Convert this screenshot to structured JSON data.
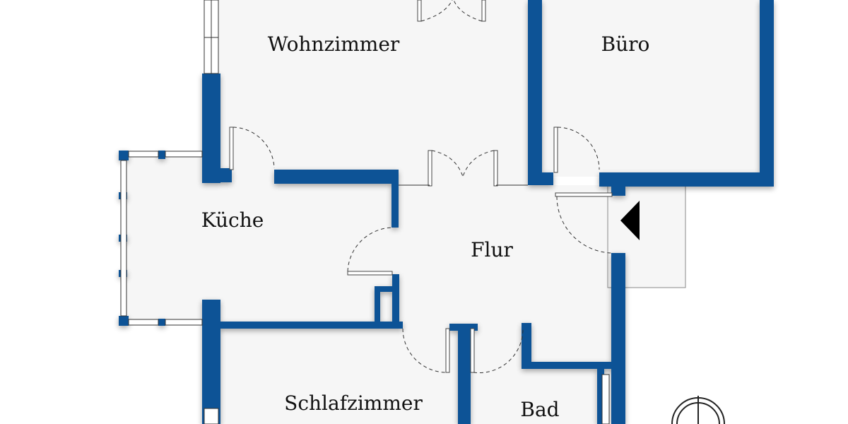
{
  "floor_plan": {
    "rooms": [
      {
        "id": "wohnzimmer",
        "label": "Wohnzimmer"
      },
      {
        "id": "buero",
        "label": "Büro"
      },
      {
        "id": "kueche",
        "label": "Küche"
      },
      {
        "id": "flur",
        "label": "Flur"
      },
      {
        "id": "schlafzimmer",
        "label": "Schlafzimmer"
      },
      {
        "id": "bad",
        "label": "Bad"
      }
    ],
    "colors": {
      "wall": "#0f5296",
      "floor": "#f6f6f6",
      "background": "#ffffff",
      "text": "#111111"
    },
    "symbols": [
      "entrance-arrow-icon",
      "compass-icon"
    ]
  }
}
